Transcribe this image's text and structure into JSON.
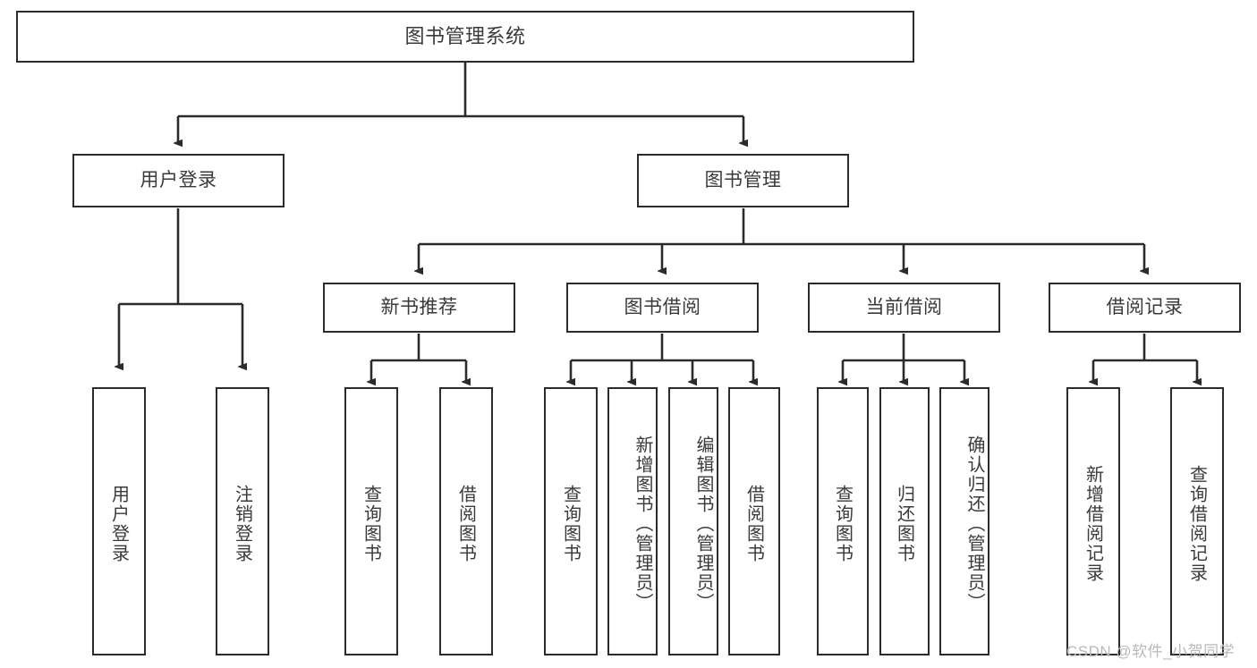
{
  "diagram": {
    "title": "图书管理系统",
    "type": "tree-structure-chart",
    "watermark": "CSDN @软件_小贺同学",
    "colors": {
      "border": "#2b2b2b",
      "text": "#3a3a3a",
      "background": "#ffffff",
      "watermark": "#b9b9b9"
    },
    "nodes": {
      "root": {
        "label": "图书管理系统"
      },
      "level1": [
        {
          "id": "login",
          "label": "用户登录"
        },
        {
          "id": "bookmgmt",
          "label": "图书管理"
        }
      ],
      "level2": [
        {
          "id": "newbook",
          "label": "新书推荐"
        },
        {
          "id": "borrow",
          "label": "图书借阅"
        },
        {
          "id": "current",
          "label": "当前借阅"
        },
        {
          "id": "record",
          "label": "借阅记录"
        }
      ],
      "leaves": {
        "login": [
          {
            "label": "用户登录"
          },
          {
            "label": "注销登录"
          }
        ],
        "newbook": [
          {
            "label": "查询图书"
          },
          {
            "label": "借阅图书"
          }
        ],
        "borrow": [
          {
            "label": "查询图书"
          },
          {
            "label": "新增图书（管理员）"
          },
          {
            "label": "编辑图书（管理员）"
          },
          {
            "label": "借阅图书"
          }
        ],
        "current": [
          {
            "label": "查询图书"
          },
          {
            "label": "归还图书"
          },
          {
            "label": "确认归还（管理员）"
          }
        ],
        "record": [
          {
            "label": "新增借阅记录"
          },
          {
            "label": "查询借阅记录"
          }
        ]
      }
    }
  }
}
